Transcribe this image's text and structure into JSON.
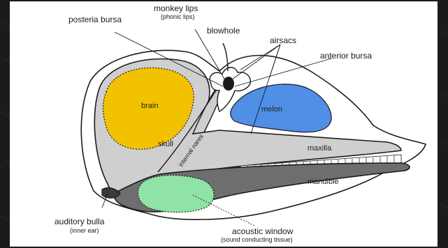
{
  "diagram": {
    "labels": {
      "posteria_bursa": "posteria bursa",
      "monkey_lips": "monkey lips",
      "monkey_lips_sub": "(phonic lips)",
      "blowhole": "blowhole",
      "airsacs": "airsacs",
      "anterior_bursa": "anterior bursa",
      "brain": "brain",
      "melon": "melon",
      "skull": "skull",
      "internal_nares": "internal nares",
      "maxilla": "maxilla",
      "mandible": "mandible",
      "auditory_bulla": "auditory bulla",
      "auditory_bulla_sub": "(inner ear)",
      "acoustic_window": "acoustic window",
      "acoustic_window_sub": "(sound conducting tissue)"
    },
    "colors": {
      "background_border": "#1b1b1b",
      "panel": "#ffffff",
      "skull": "#cfcfcf",
      "brain": "#f2c200",
      "melon": "#4f8fe6",
      "acoustic_window": "#8fe3a6",
      "mandible": "#6e6e6e",
      "outline": "#1a1a1a"
    }
  }
}
